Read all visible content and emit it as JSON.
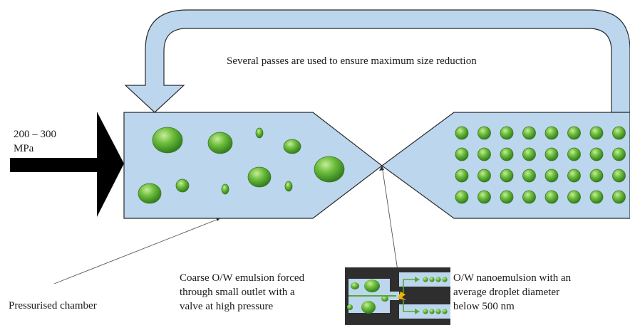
{
  "labels": {
    "pressure": [
      "200 – 300",
      "MPa"
    ],
    "passes": "Several passes are used to ensure maximum size reduction",
    "chamber": "Pressurised chamber",
    "coarse": [
      "Coarse O/W emulsion forced",
      "through small outlet with a",
      "valve at high pressure"
    ],
    "nano": [
      "O/W nanoemulsion with an",
      "average droplet diameter",
      "below 500 nm"
    ]
  },
  "colors": {
    "chamber_fill": "#bcd6ee",
    "outline": "#2b2b2b",
    "droplet": "#5aa632",
    "droplet_edge": "#3d7a22",
    "arrow": "#000000",
    "inset_bg": "#2e2e2e",
    "inset_channel": "#bcd6ee",
    "inset_flow": "#5aa632",
    "valve": "#f0b400"
  },
  "droplet_grid": {
    "rows": 4,
    "cols": 8
  }
}
